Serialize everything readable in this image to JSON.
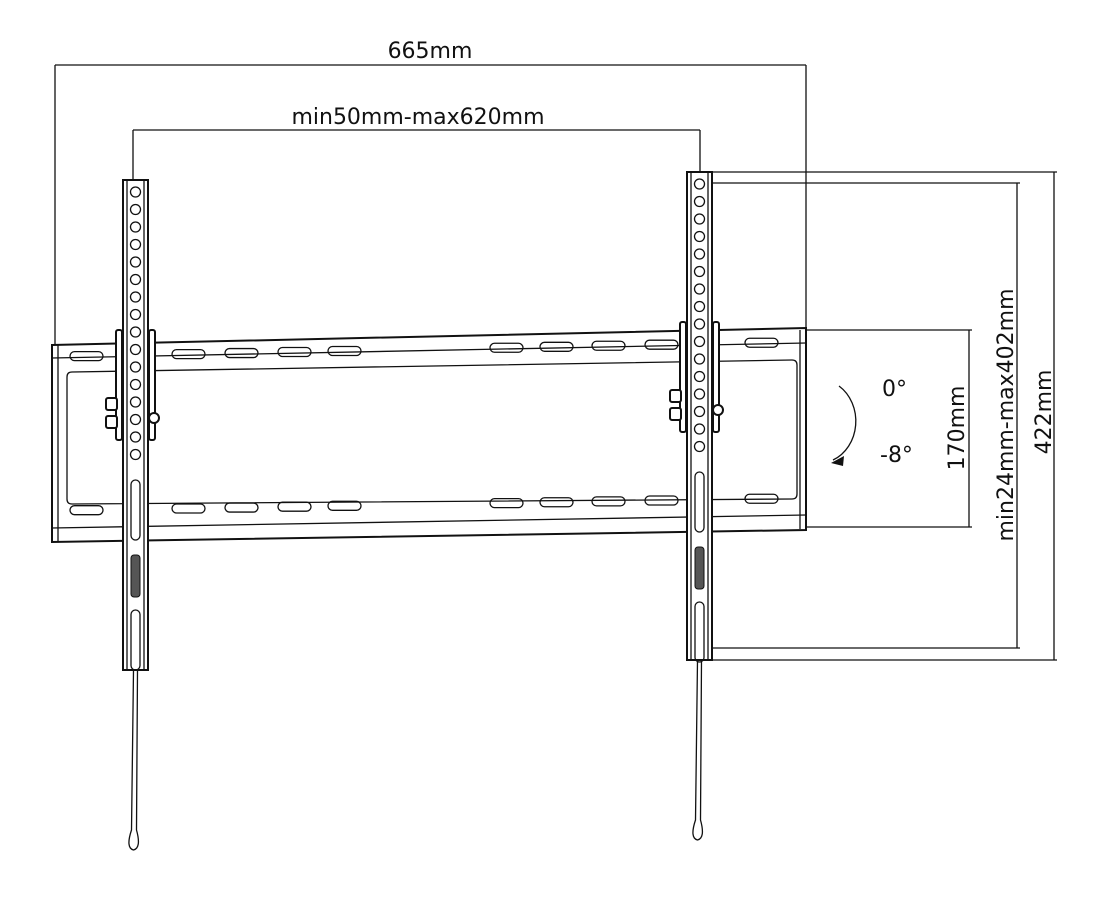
{
  "dimensions": {
    "overall_width": "665mm",
    "vesa_width": "min50mm-max620mm",
    "plate_height": "170mm",
    "vesa_height": "min24mm-max402mm",
    "overall_height": "422mm"
  },
  "tilt": {
    "start_angle": "0°",
    "end_angle": "-8°"
  }
}
